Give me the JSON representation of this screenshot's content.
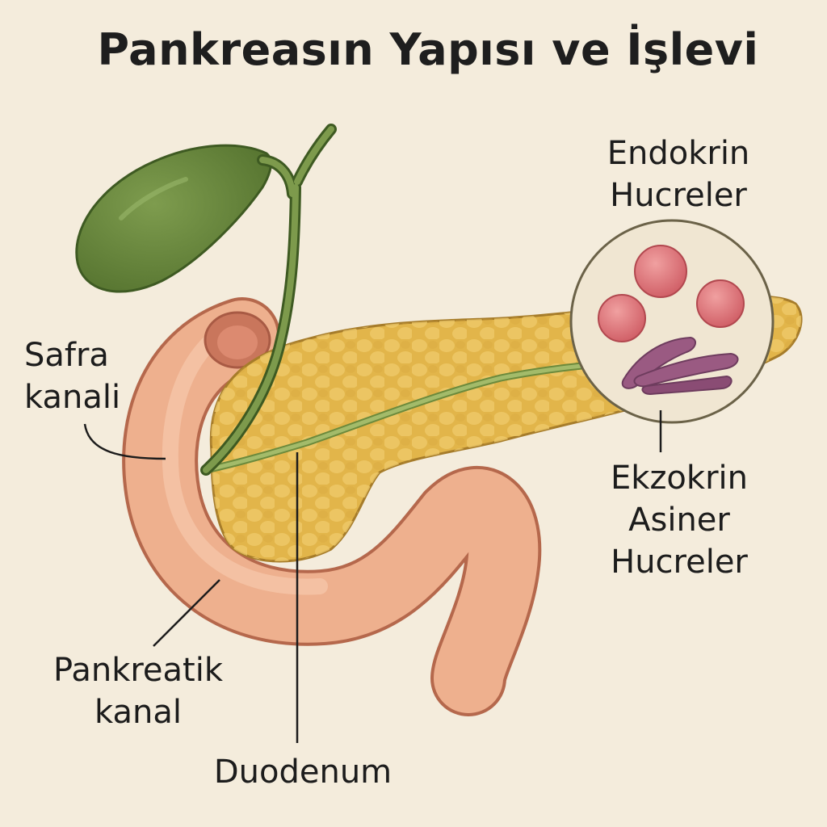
{
  "title": "Pankreasın Yapısı ve İşlevi",
  "labels": {
    "endokrin": {
      "line1": "Endokrin",
      "line2": "Hucreler"
    },
    "safra": {
      "line1": "Safra",
      "line2": "kanali"
    },
    "ekzokrin": {
      "line1": "Ekzokrin",
      "line2": "Asiner",
      "line3": "Hucreler"
    },
    "pankreatik": {
      "line1": "Pankreatik",
      "line2": "kanal"
    },
    "duodenum": {
      "line1": "Duodenum"
    }
  },
  "colors": {
    "background": "#f4ecdc",
    "pancreas": "#e2b54a",
    "duodenum": "#eeb08e",
    "gallbladder": "#6a8a3e",
    "duct": "#8fa85a",
    "islet": "#d96a70",
    "acinar": "#9a5a82"
  }
}
